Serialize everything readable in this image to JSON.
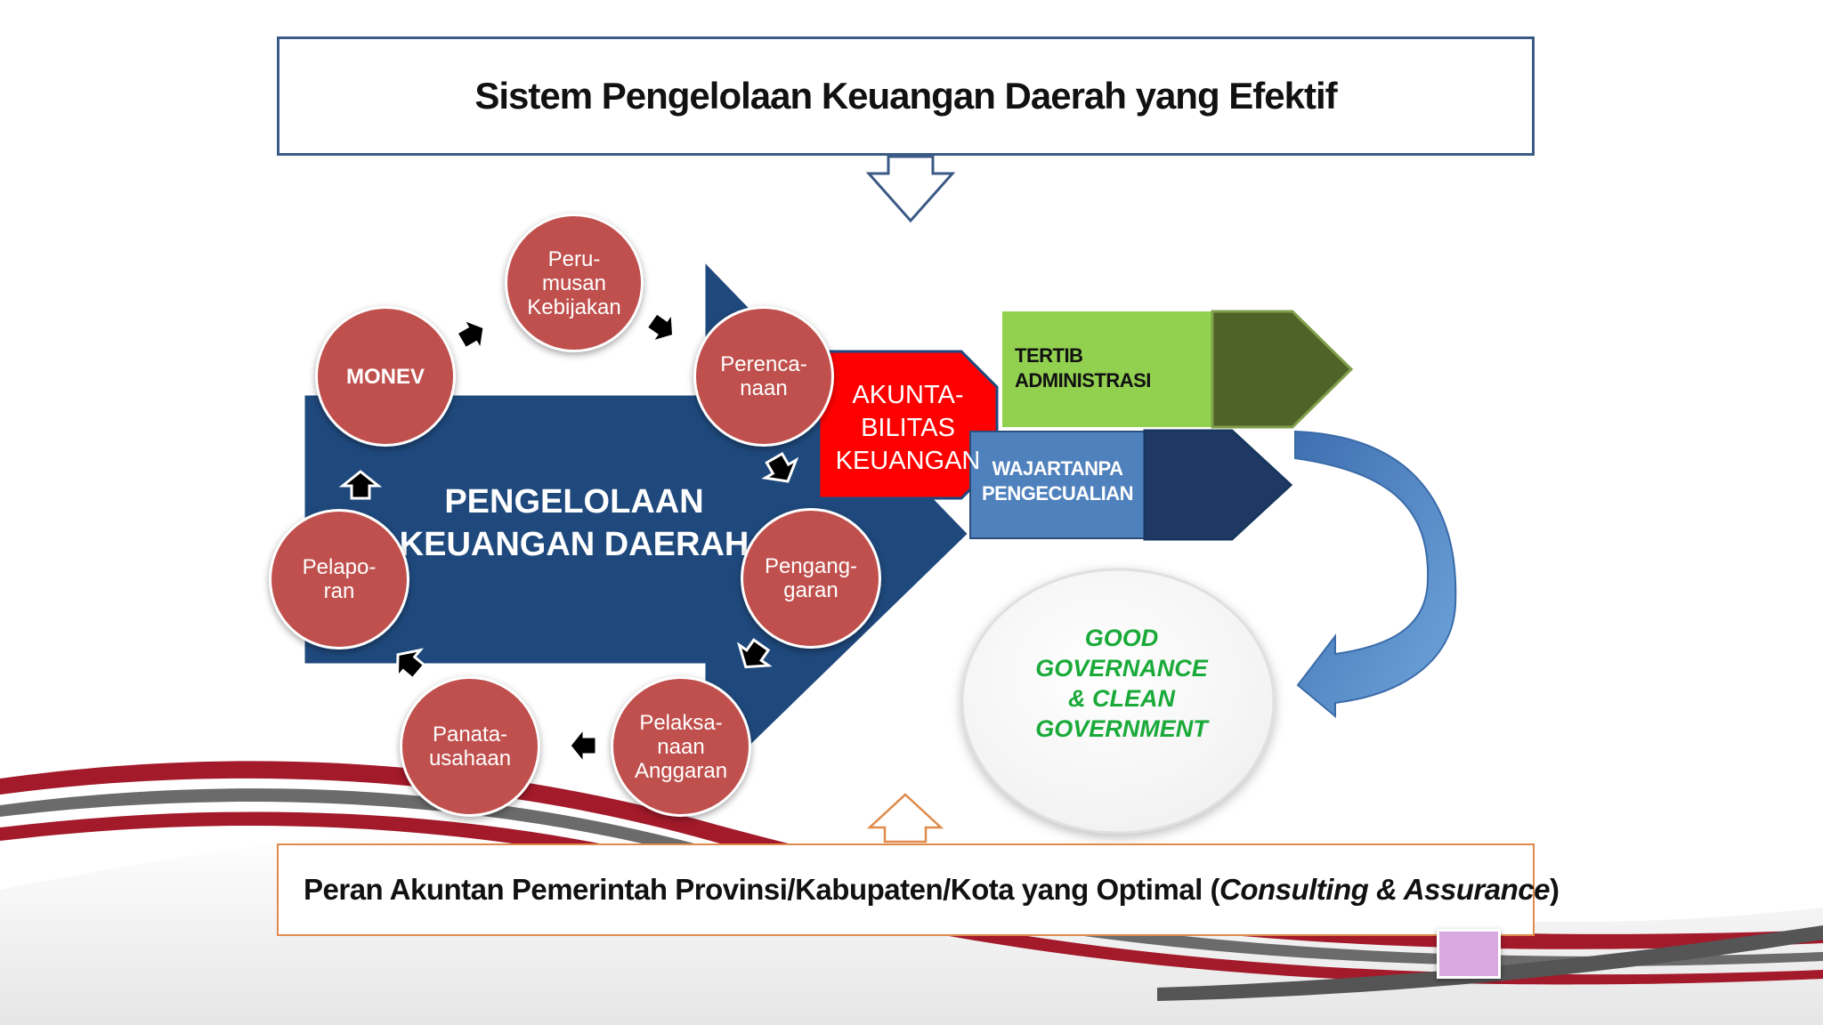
{
  "title": "Sistem Pengelolaan Keuangan Daerah yang Efektif",
  "center_label": "PENGELOLAAN\nKEUANGAN DAERAH",
  "cycle": [
    {
      "id": "perumusan",
      "label": "Peru-\nmusan\nKebijakan"
    },
    {
      "id": "perencanaan",
      "label": "Perenca-\nnaan"
    },
    {
      "id": "penganggaran",
      "label": "Pengang-\ngaran"
    },
    {
      "id": "pelaksanaan",
      "label": "Pelaksa-\nnaan\nAnggaran"
    },
    {
      "id": "penatausahaan",
      "label": "Panata-\nusahaan"
    },
    {
      "id": "pelaporan",
      "label": "Pelapo-\nran"
    },
    {
      "id": "monev",
      "label": "MONEV"
    }
  ],
  "akuntabilitas": "AKUNTA-\nBILITAS\nKEUANGAN",
  "tertib": "TERTIB\nADMINISTRASI",
  "wtp": "WAJARTANPA\nPENGECUALIAN",
  "good_governance": "GOOD\nGOVERNANCE\n& CLEAN\nGOVERNMENT",
  "bottom": {
    "prefix": "Peran Akuntan Pemerintah Provinsi/Kabupaten/Kota yang Optimal (",
    "italic": "Consulting & Assurance",
    "suffix": ")"
  },
  "colors": {
    "circle": "#c0504d",
    "big_arrow": "#1f497d",
    "akuntabilitas": "#ff0000",
    "tertib_light": "#92d050",
    "tertib_dark": "#4f6228",
    "wtp_light": "#4f81bd",
    "wtp_dark": "#17375e",
    "good_governance_text": "#1aaa3a",
    "title_border": "#3b5a85",
    "bottom_border": "#e08a4a"
  }
}
